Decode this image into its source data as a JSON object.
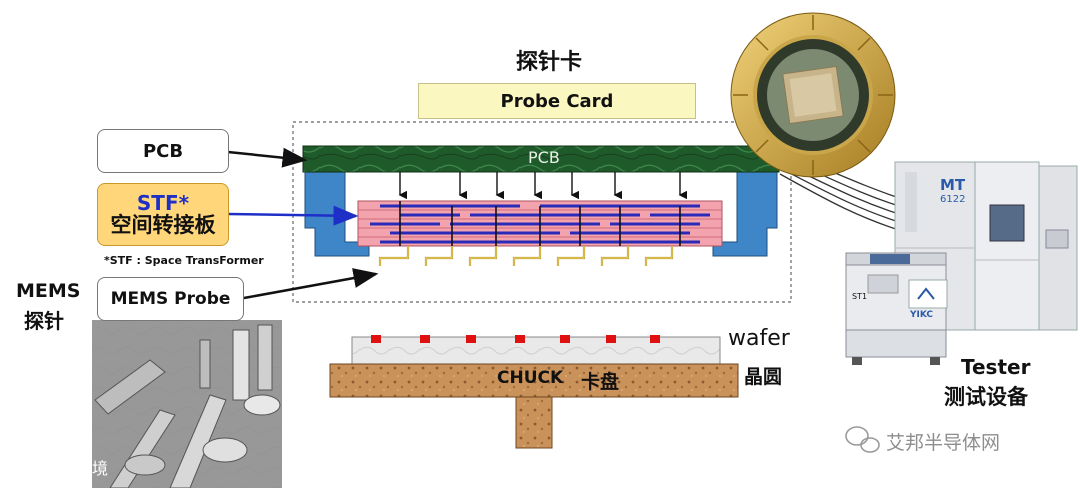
{
  "diagram": {
    "title_cn": "探针卡",
    "probe_card": "Probe Card",
    "pcb_box": "PCB",
    "pcb_bar": "PCB",
    "stf_box_line1": "STF*",
    "stf_box_line2": "空间转接板",
    "stf_note": "*STF : Space TransFormer",
    "mems_cn_line1": "MEMS",
    "mems_cn_line2": "探针",
    "mems_box": "MEMS Probe",
    "wafer": "wafer",
    "wafer_cn": "晶圆",
    "chuck": "CHUCK",
    "chuck_cn": "卡盘",
    "tester": "Tester",
    "tester_cn": "测试设备",
    "tester_model": "MT",
    "tester_model_num": "6122",
    "handler_brand": "YIKC",
    "handler_label": "ST1"
  },
  "watermarks": {
    "left": "大数跨境",
    "right": "艾邦半导体网"
  },
  "colors": {
    "pcb_green": "#1f5a2a",
    "stf_pink": "#f3a3ad",
    "trace_blue": "#2a2ab8",
    "holder_blue": "#3f86c8",
    "probe_yellow": "#e6c13a",
    "chuck_brown": "#c9925a",
    "probe_card_fill": "#fbf7c0",
    "stf_box_fill": "#ffd77a",
    "stf_text": "#1e2fc8",
    "pad_red": "#e01010",
    "probe_card_gold": "#c9a13a"
  }
}
